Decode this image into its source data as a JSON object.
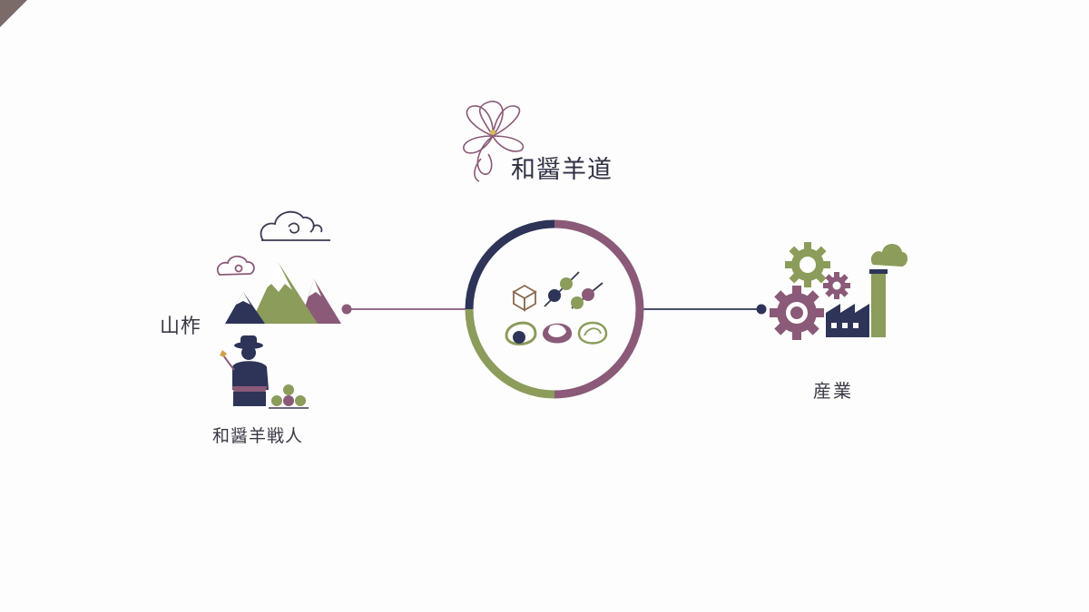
{
  "brand": {
    "title": "和醤羊道"
  },
  "left": {
    "label": "山柞",
    "artisan_label": "和醤羊戦人"
  },
  "right": {
    "label": "産業"
  },
  "colors": {
    "navy": "#2e3457",
    "plum": "#8a5a78",
    "green": "#8b9c5b",
    "line_left": "#8a5a78",
    "line_right": "#2e3457"
  },
  "icons": {
    "brand": "flower-logo-icon",
    "clouds": "cloud-icon",
    "mountains": "mountain-icon",
    "artisan": "artisan-person-icon",
    "center": "wagashi-sweets-icon",
    "factory": "factory-gears-icon"
  }
}
